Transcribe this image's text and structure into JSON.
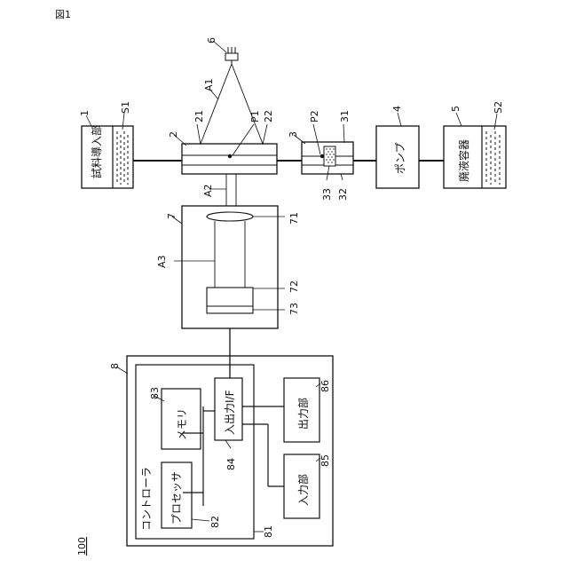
{
  "figure_label": "図1",
  "reference": "100",
  "components": {
    "sample_inlet": {
      "text": "試料導入部",
      "num": "1",
      "sub": "S1"
    },
    "flow_cell": {
      "num": "2",
      "part_a": "21",
      "part_b": "22",
      "particle": "P1"
    },
    "trap": {
      "num": "3",
      "part_a": "31",
      "part_b": "32",
      "part_c": "33",
      "particle": "P2"
    },
    "pump": {
      "text": "ポンプ",
      "num": "4"
    },
    "waste": {
      "text": "廃液容器",
      "num": "5",
      "sub": "S2"
    },
    "light_source": {
      "num": "6"
    },
    "beams": {
      "a1": "A1",
      "a2": "A2",
      "a3": "A3"
    },
    "detector_unit": {
      "num": "7",
      "lens": "71",
      "part_a": "72",
      "part_b": "73"
    },
    "computer": {
      "num": "8"
    },
    "controller": {
      "text": "コントローラ",
      "num": "81"
    },
    "processor": {
      "text": "プロセッサ",
      "num": "82"
    },
    "memory": {
      "text": "メモリ",
      "num": "83"
    },
    "io": {
      "text": "入出力I/F",
      "num": "84"
    },
    "input": {
      "text": "入力部",
      "num": "85"
    },
    "output": {
      "text": "出力部",
      "num": "86"
    }
  }
}
